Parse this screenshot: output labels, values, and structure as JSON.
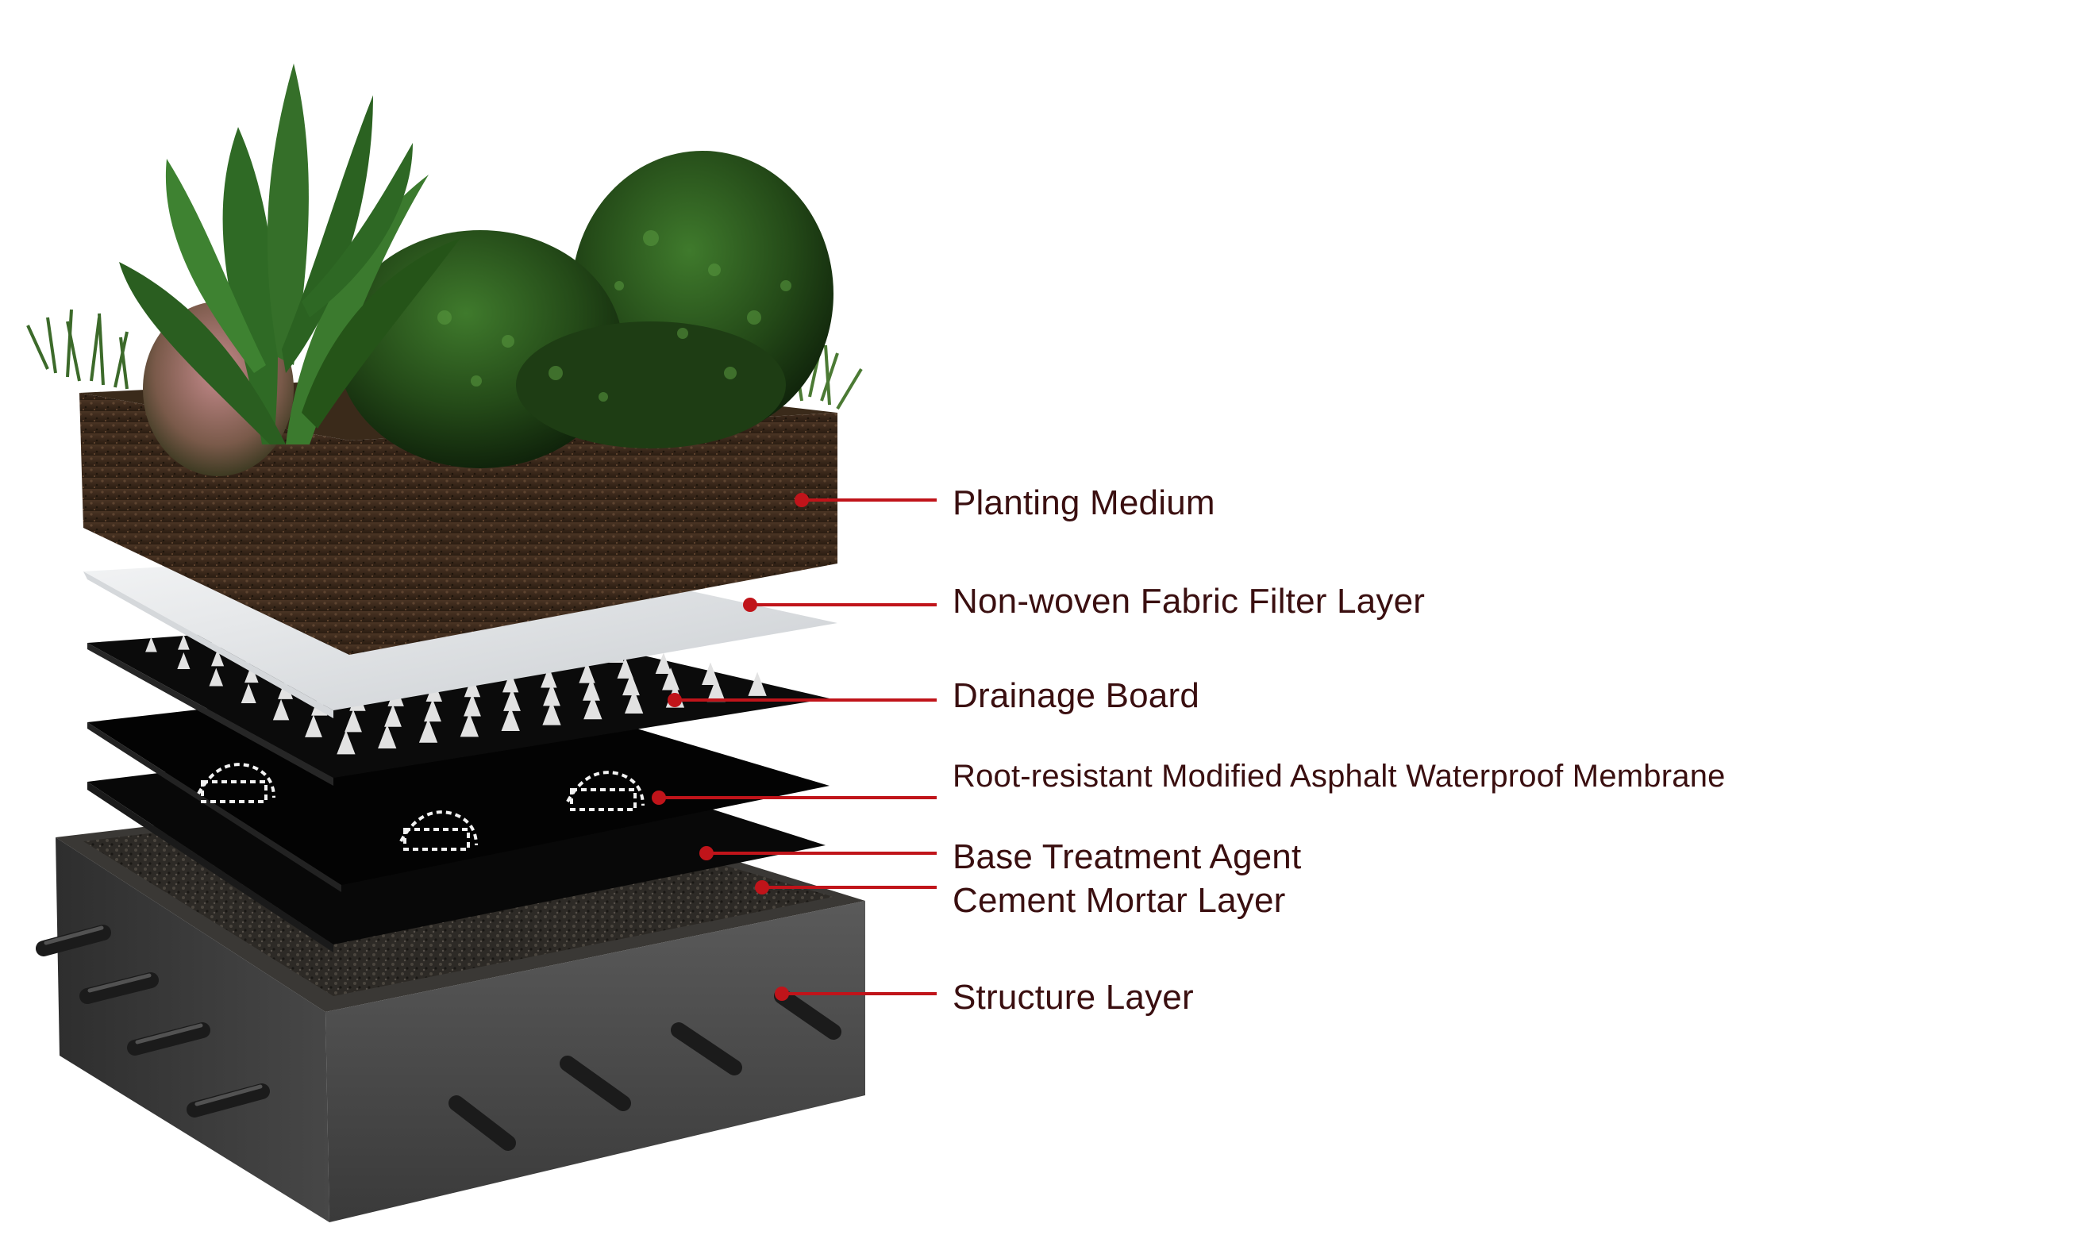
{
  "layers": [
    {
      "label": "Planting Medium"
    },
    {
      "label": "Non-woven Fabric Filter Layer"
    },
    {
      "label": "Drainage Board"
    },
    {
      "label": "Root-resistant Modified Asphalt Waterproof Membrane"
    },
    {
      "label": "Base Treatment Agent"
    },
    {
      "label": "Cement Mortar Layer"
    },
    {
      "label": "Structure Layer"
    }
  ],
  "colors": {
    "label_text": "#3a0f10",
    "leader_line": "#c0141a",
    "soil": "#3b2a1c",
    "fabric": "#e6e8ea",
    "drainage": "#111111",
    "membrane": "#050505",
    "concrete": "#4d4d4d",
    "vegetation": "#2e5a22"
  }
}
